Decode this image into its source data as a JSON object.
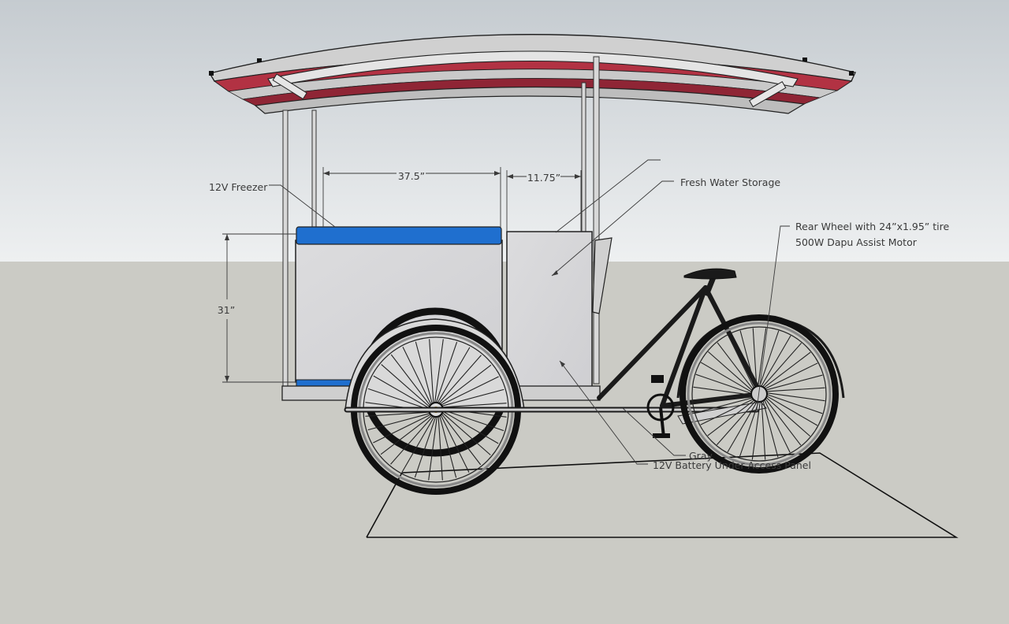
{
  "labels": {
    "freezer": "12V Freezer",
    "water": "Fresh Water Storage",
    "rear_wheel": "Rear Wheel with 24”x1.95” tire",
    "motor": "500W Dapu Assist Motor",
    "gray_partial": "Gray",
    "battery": "12V Battery Under Access Panel"
  },
  "dimensions": {
    "freezer_width": "37.5”",
    "tank_width": "11.75”",
    "height": "31”"
  },
  "colors": {
    "sky_top": "#c7cdd2",
    "sky_bottom": "#eef0f1",
    "ground": "#cbcbc5",
    "lid_blue": "#1f6fcf",
    "canopy_red": "#7a1f2b",
    "canopy_silver": "#c8c8c8",
    "box_gray": "#d6d6d8",
    "frame_black": "#1a1a1a"
  }
}
